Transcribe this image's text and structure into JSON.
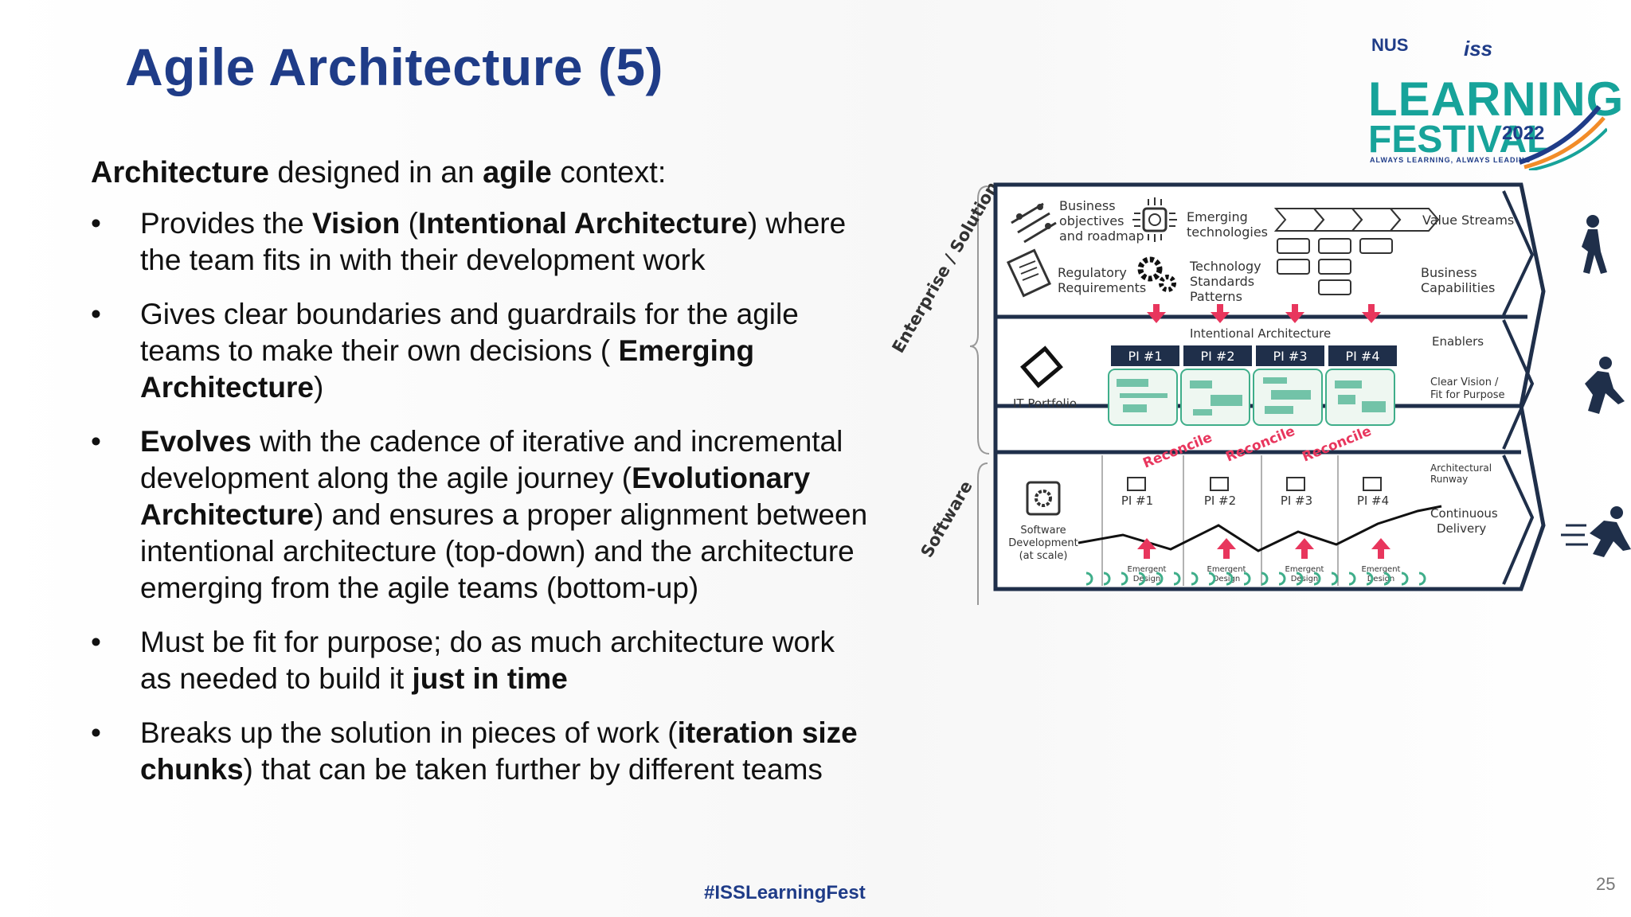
{
  "slide": {
    "title": "Agile Architecture (5)",
    "hashtag": "#ISSLearningFest",
    "page_number": "25"
  },
  "logo": {
    "nus": "NUS",
    "iss": "iss",
    "learning": "LEARNING",
    "festival": "FESTIVAL",
    "year": "2022",
    "tagline": "ALWAYS LEARNING, ALWAYS LEADING"
  },
  "body": {
    "intro": [
      {
        "t": "Architecture",
        "b": true
      },
      {
        "t": " designed in an ",
        "b": false
      },
      {
        "t": "agile",
        "b": true
      },
      {
        "t": " context:",
        "b": false
      }
    ],
    "bullet_char": "•",
    "bullets": [
      [
        {
          "t": "Provides the ",
          "b": false
        },
        {
          "t": "Vision",
          "b": true
        },
        {
          "t": " (",
          "b": false
        },
        {
          "t": "Intentional Architecture",
          "b": true
        },
        {
          "t": ") where the team fits in with their development work",
          "b": false
        }
      ],
      [
        {
          "t": "Gives clear boundaries and guardrails for the agile teams to make their own decisions ( ",
          "b": false
        },
        {
          "t": "Emerging Architecture",
          "b": true
        },
        {
          "t": ")",
          "b": false
        }
      ],
      [
        {
          "t": "Evolves",
          "b": true
        },
        {
          "t": " with the cadence of iterative and incremental development along the agile journey (",
          "b": false
        },
        {
          "t": "Evolutionary Architecture",
          "b": true
        },
        {
          "t": ") and ensures a proper alignment between intentional architecture (top-down) and the architecture emerging from the agile teams (bottom-up)",
          "b": false
        }
      ],
      [
        {
          "t": "Must be fit for purpose; do as much architecture work as needed to build it ",
          "b": false
        },
        {
          "t": "just in time",
          "b": true
        }
      ],
      [
        {
          "t": "Breaks up the solution in pieces of work (",
          "b": false
        },
        {
          "t": "iteration size chunks",
          "b": true
        },
        {
          "t": ") that can be taken further by different teams",
          "b": false
        }
      ]
    ]
  },
  "diagram": {
    "side_labels": {
      "enterprise": "Enterprise / Solution",
      "software": "Software"
    },
    "top": {
      "business_objectives": "Business objectives and roadmap",
      "emerging_technologies": "Emerging technologies",
      "regulatory": "Regulatory Requirements",
      "tech_standards": "Technology Standards Patterns",
      "value_streams": "Value Streams",
      "business_capabilities": "Business Capabilities"
    },
    "middle": {
      "intentional_architecture": "Intentional Architecture",
      "it_portfolio": "IT Portfolio",
      "pis": [
        "PI #1",
        "PI #2",
        "PI #3",
        "PI #4"
      ],
      "enablers": "Enablers",
      "clear_vision": "Clear Vision / Fit for Purpose",
      "reconcile": "Reconcile"
    },
    "bottom": {
      "software_development": "Software Development (at scale)",
      "pis": [
        "PI #1",
        "PI #2",
        "PI #3",
        "PI #4"
      ],
      "emergent_design": "Emergent Design",
      "architectural_runway": "Architectural Runway",
      "continuous_delivery": "Continuous Delivery"
    },
    "colors": {
      "frame": "#1f2f4a",
      "arrow": "#e8365d",
      "pi_header": "#1f2f4a",
      "board": "#3fae8a"
    }
  }
}
